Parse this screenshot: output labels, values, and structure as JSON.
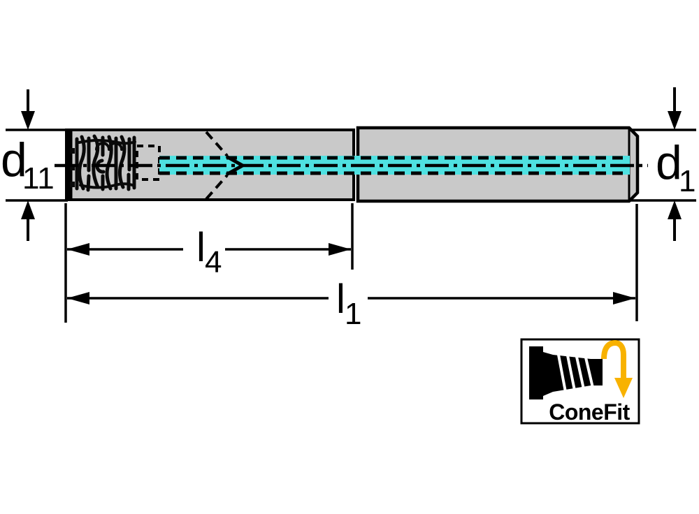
{
  "diagram": {
    "title": "tool-dimension-drawing",
    "dimension_labels": {
      "d11": {
        "main": "d",
        "sub": "11"
      },
      "d1": {
        "main": "d",
        "sub": "1"
      },
      "l4": {
        "main": "l",
        "sub": "4"
      },
      "l1": {
        "main": "l",
        "sub": "1"
      }
    },
    "colors": {
      "coolant_channel": "#4FE1E1",
      "body_fill": "#C9C9C9",
      "outline": "#000000",
      "logo_arrow": "#F8B200",
      "background": "#FFFFFF"
    },
    "logo": {
      "label": "ConeFit"
    }
  }
}
